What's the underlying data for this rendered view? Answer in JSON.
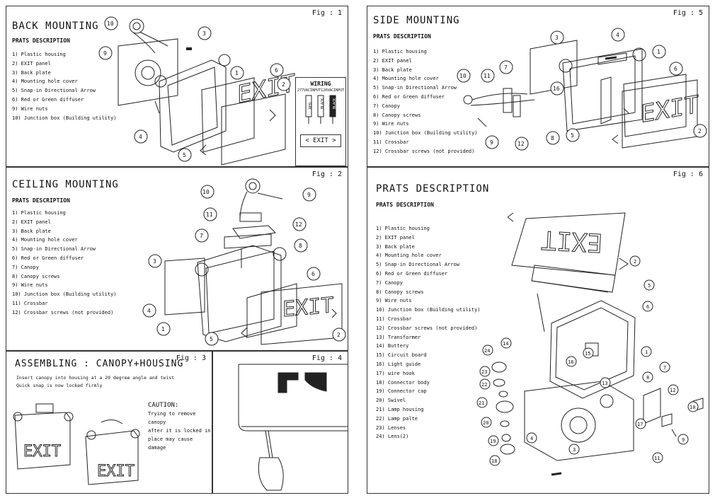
{
  "panel1": {
    "fig": "Fig : 1",
    "title": "BACK MOUNTING",
    "subtitle": "PRATS DESCRIPTION",
    "items": [
      "1) Plastic housing",
      "2) EXIT panel",
      "3) Back plate",
      "4) Mounting hole cover",
      "5) Snap-in Directional Arrow",
      "6) Red or Green diffuser",
      "9) Wire nuts",
      "10) Junction box (Building utility)"
    ],
    "wiring": {
      "title": "WIRING",
      "v277": "277VACINPUT",
      "v120": "120VACINPUT",
      "wires": [
        "RED",
        "BLACK",
        "BLACK"
      ],
      "exit_label": "< EXIT >"
    }
  },
  "panel2": {
    "fig": "Fig : 2",
    "title": "CEILING MOUNTING",
    "subtitle": "PRATS DESCRIPTION",
    "items": [
      "1) Plastic housing",
      "2) EXIT panel",
      "3) Back plate",
      "4) Mounting hole cover",
      "5) Snap-in Directional Arrow",
      "6) Red or Green diffuser",
      "7) Canopy",
      "8) Canopy screws",
      "9) Wire nuts",
      "10) Junction box (Building utility)",
      "11) Crossbar",
      "12) Crossbar screws (not provided)"
    ]
  },
  "panel3": {
    "fig": "Fig : 3",
    "title": "ASSEMBLING : CANOPY+HOUSING",
    "line1": "Insert canopy into housing at a 20 degree angle and twist",
    "line2": "Quick snap is now locked firmly",
    "caution_title": "CAUTION:",
    "caution_lines": [
      "Trying to remove canopy",
      "after it is locked in",
      "place may cause damage"
    ]
  },
  "panel4": {
    "fig": "Fig : 4"
  },
  "panel5": {
    "fig": "Fig : 5",
    "title": "SIDE MOUNTING",
    "subtitle": "PRATS DESCRIPTION",
    "items": [
      "1) Plastic housing",
      "2) EXIT panel",
      "3) Back plate",
      "4) Mounting hole cover",
      "5) Snap-in Directional Arrow",
      "6) Red or Green diffuser",
      "7) Canopy",
      "8) Canopy screws",
      "9) Wire nuts",
      "10) Junction box (Building utility)",
      "11) Crossbar",
      "12) Crossbar screws (not provided)"
    ]
  },
  "panel6": {
    "fig": "Fig : 6",
    "title": "PRATS DESCRIPTION",
    "subtitle": "PRATS DESCRIPTION",
    "items": [
      "1) Plastic housing",
      "2) EXIT panel",
      "3) Back plate",
      "4) Mounting hole cover",
      "5) Snap-in Directional Arrow",
      "6) Red or Green diffuser",
      "7) Canopy",
      "8) Canopy screws",
      "9) Wire nuts",
      "10) Junction box (Building utility)",
      "11) Crossbar",
      "12) Crossbar screws (not provided)",
      "13) Transformer",
      "14) Buttery",
      "15) Circuit board",
      "16) Light guide",
      "17) wire hook",
      "18) Connector body",
      "19) Connector cap",
      "20) Swivel",
      "21) Lamp housing",
      "22) Lamp palte",
      "23) Lenses",
      "24) Lens(2)"
    ]
  },
  "exit_text": "EXIT",
  "callouts": {
    "p1": [
      "10",
      "3",
      "9",
      "1",
      "6",
      "2",
      "4",
      "5"
    ],
    "p2": [
      "10",
      "9",
      "11",
      "12",
      "7",
      "8",
      "3",
      "6",
      "4",
      "1",
      "5",
      "2"
    ],
    "p5": [
      "3",
      "4",
      "1",
      "7",
      "11",
      "10",
      "6",
      "16",
      "2",
      "5",
      "9",
      "12",
      "8"
    ],
    "p6": [
      "2",
      "5",
      "6",
      "1",
      "14",
      "15",
      "16",
      "13",
      "24",
      "23",
      "22",
      "21",
      "20",
      "19",
      "18",
      "7",
      "8",
      "12",
      "10",
      "4",
      "3",
      "17",
      "9",
      "11"
    ]
  }
}
